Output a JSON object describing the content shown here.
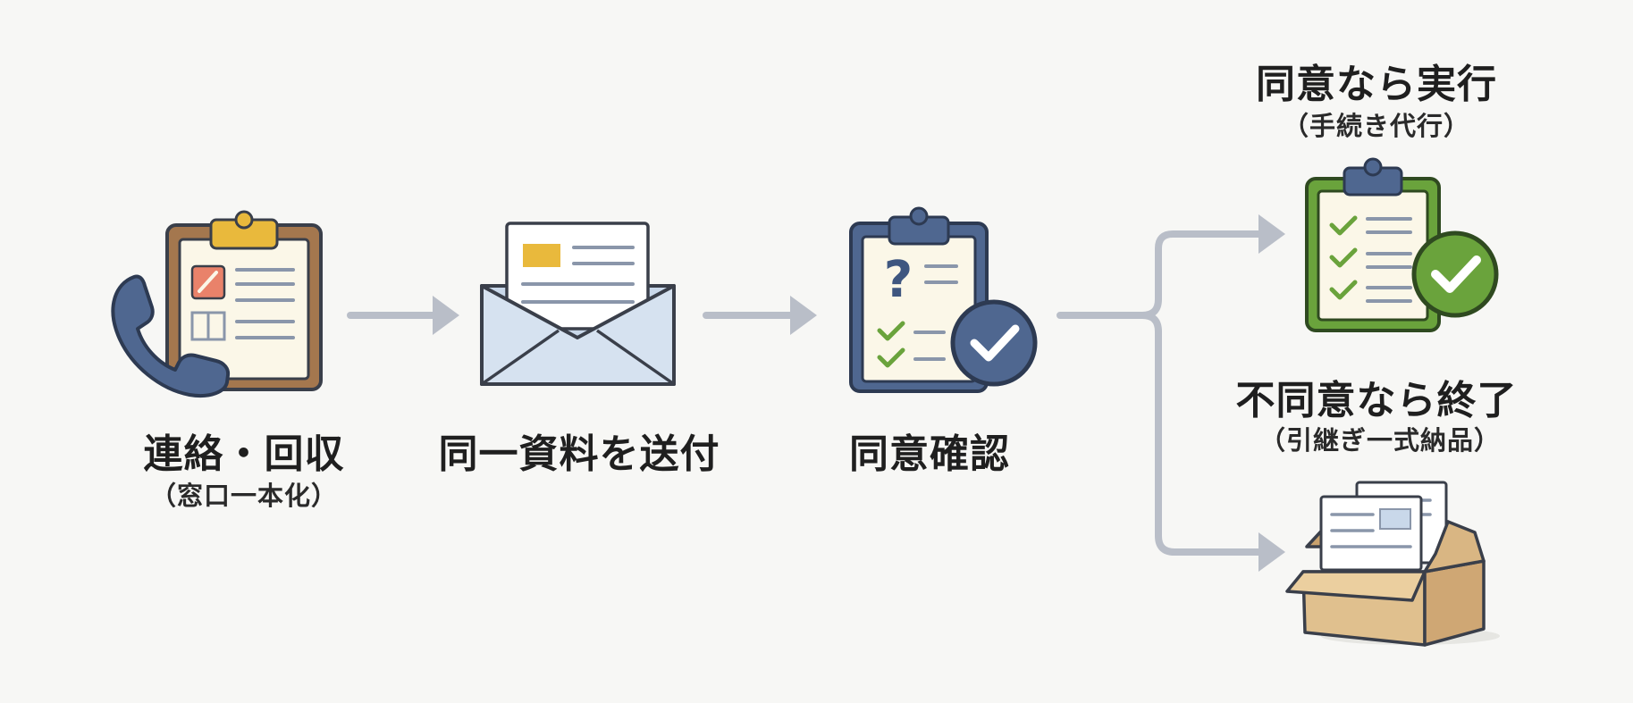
{
  "steps": {
    "contact": {
      "title": "連絡・回収",
      "subtitle": "（窓口一本化）"
    },
    "send": {
      "title": "同一資料を送付"
    },
    "confirm": {
      "title": "同意確認"
    },
    "agree": {
      "title": "同意なら実行",
      "subtitle": "（手続き代行）"
    },
    "disagree": {
      "title": "不同意なら終了",
      "subtitle": "（引継ぎ一式納品）"
    }
  },
  "colors": {
    "arrow": "#b9bec8",
    "outline": "#3a3f4a",
    "clipboard_brown": "#9b6b43",
    "clipboard_navy": "#4f6790",
    "clipboard_green": "#6aa33c",
    "clip_gold": "#e9b93c",
    "paper": "#fbf7e8",
    "envelope": "#c9d8ea",
    "check_green": "#6aa33c",
    "question_navy": "#3e5680",
    "box_kraft": "#e0c08e"
  },
  "icons": [
    "phone-clipboard-icon",
    "envelope-icon",
    "question-clipboard-icon",
    "checklist-clipboard-icon",
    "box-documents-icon"
  ]
}
